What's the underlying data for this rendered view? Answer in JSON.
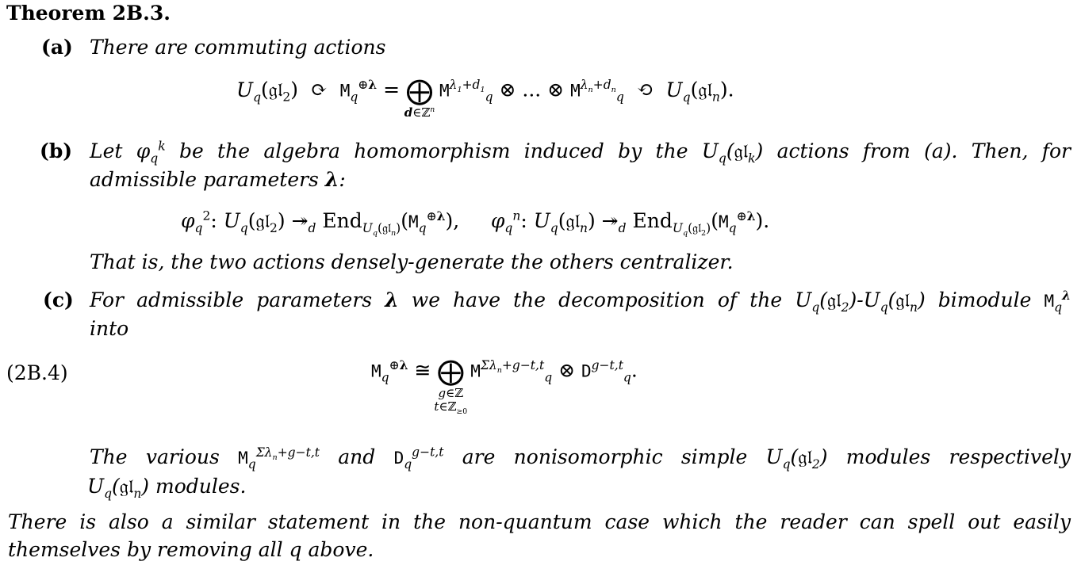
{
  "theorem": {
    "title": "Theorem 2B.3.",
    "a_label": "(a)",
    "a_text": "There are commuting actions",
    "b_label": "(b)",
    "b_line1": "Let φ_q^k be the algebra homomorphism induced by the U_q(gl_k) actions from (a). Then, for",
    "b_line2": "admissible parameters λ:",
    "b_after": "That is, the two actions densely-generate the others centralizer.",
    "c_label": "(c)",
    "c_line1": "For admissible parameters λ we have the decomposition of the U_q(gl_2)-U_q(gl_n) bimodule M_q^λ",
    "c_line2": "into",
    "eq_number": "(2B.4)",
    "c_after1": "The various M_q^{Σλ_n+g−t,t} and D_q^{g−t,t} are nonisomorphic simple U_q(gl_2) modules respectively",
    "c_after2": "U_q(gl_n) modules.",
    "remark1": "There is also a similar statement in the non-quantum case which the reader can spell out easily",
    "remark2": "themselves by removing all q above."
  }
}
